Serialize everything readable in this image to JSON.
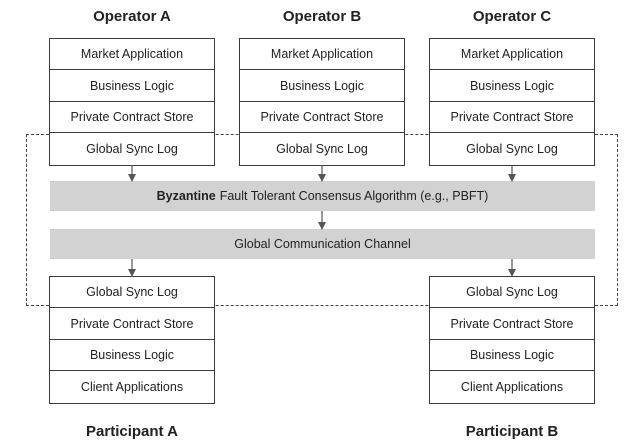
{
  "operators": [
    {
      "name": "Operator A",
      "layers": [
        "Market Application",
        "Business Logic",
        "Private Contract Store",
        "Global Sync Log"
      ]
    },
    {
      "name": "Operator B",
      "layers": [
        "Market Application",
        "Business Logic",
        "Private Contract Store",
        "Global Sync Log"
      ]
    },
    {
      "name": "Operator C",
      "layers": [
        "Market Application",
        "Business Logic",
        "Private Contract Store",
        "Global Sync Log"
      ]
    }
  ],
  "consensus": {
    "bold": "Byzantine",
    "rest": "Fault Tolerant Consensus Algorithm (e.g., PBFT)"
  },
  "channel": "Global Communication Channel",
  "participants": [
    {
      "name": "Participant A",
      "layers": [
        "Global Sync Log",
        "Private Contract Store",
        "Business Logic",
        "Client Applications"
      ]
    },
    {
      "name": "Participant B",
      "layers": [
        "Global Sync Log",
        "Private Contract Store",
        "Business Logic",
        "Client Applications"
      ]
    }
  ],
  "colors": {
    "band": "#d2d2d2",
    "border": "#3a3a3a",
    "arrow": "#555555"
  }
}
